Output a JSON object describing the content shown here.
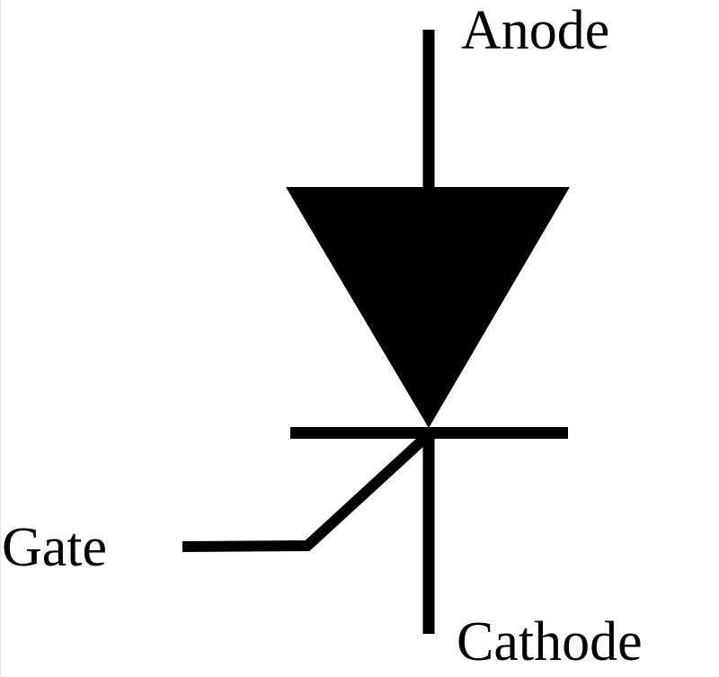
{
  "diagram": {
    "title": "Thyristor (SCR) symbol",
    "labels": {
      "anode": "Anode",
      "gate": "Gate",
      "cathode": "Cathode"
    },
    "colors": {
      "stroke": "#000000",
      "background": "#ffffff"
    }
  }
}
